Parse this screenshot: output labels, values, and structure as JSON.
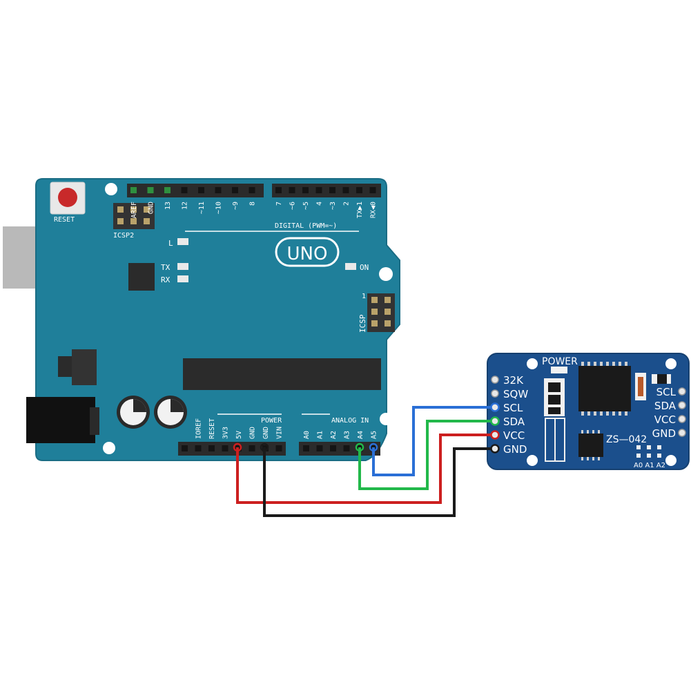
{
  "arduino": {
    "reset_label": "RESET",
    "icsp2_label": "ICSP2",
    "icsp_label": "ICSP",
    "icsp_pin1": "1",
    "led_l": "L",
    "led_tx": "TX",
    "led_rx": "RX",
    "led_on": "ON",
    "logo": "UNO",
    "digital_label": "DIGITAL (PWM=~)",
    "power_label": "POWER",
    "analog_label": "ANALOG IN",
    "digital_pins": [
      "AREF",
      "GND",
      "13",
      "12",
      "~11",
      "~10",
      "~9",
      "8",
      "7",
      "~6",
      "~5",
      "4",
      "~3",
      "2",
      "TX▶1",
      "RX◀0"
    ],
    "power_pins": [
      "IOREF",
      "RESET",
      "3V3",
      "5V",
      "GND",
      "GND",
      "VIN"
    ],
    "analog_pins": [
      "A0",
      "A1",
      "A2",
      "A3",
      "A4",
      "A5"
    ]
  },
  "rtc": {
    "power_label": "POWER",
    "model": "ZS—042",
    "left_pins": [
      "32K",
      "SQW",
      "SCL",
      "SDA",
      "VCC",
      "GND"
    ],
    "right_pins": [
      "SCL",
      "SDA",
      "VCC",
      "GND"
    ],
    "addr_pins": "A0 A1 A2"
  },
  "colors": {
    "board": "#1f7f9a",
    "rtc_board": "#1b4f8c",
    "wire_scl": "#2a6fd6",
    "wire_sda": "#22b84a",
    "wire_vcc": "#cc1f1f",
    "wire_gnd": "#1a1a1a"
  },
  "wires": [
    {
      "from": "A5",
      "to": "SCL",
      "color": "wire_scl"
    },
    {
      "from": "A4",
      "to": "SDA",
      "color": "wire_sda"
    },
    {
      "from": "5V",
      "to": "VCC",
      "color": "wire_vcc"
    },
    {
      "from": "GND",
      "to": "GND",
      "color": "wire_gnd"
    }
  ]
}
